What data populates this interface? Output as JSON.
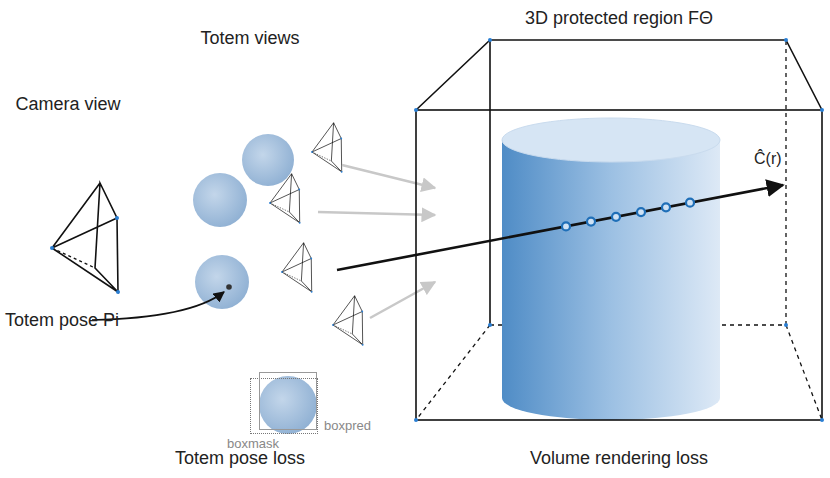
{
  "diagram": {
    "nodes": [
      {
        "text": [
          "3D protected region FΘ"
        ]
      },
      {
        "text": [
          "boxmask"
        ]
      },
      {
        "text": [
          "boxpred"
        ]
      }
    ],
    "labels": [
      "Totem views",
      "Camera view",
      "Totem pose Pi",
      "Ĉ(r)",
      "Totem pose loss",
      "Volume rendering loss"
    ]
  }
}
